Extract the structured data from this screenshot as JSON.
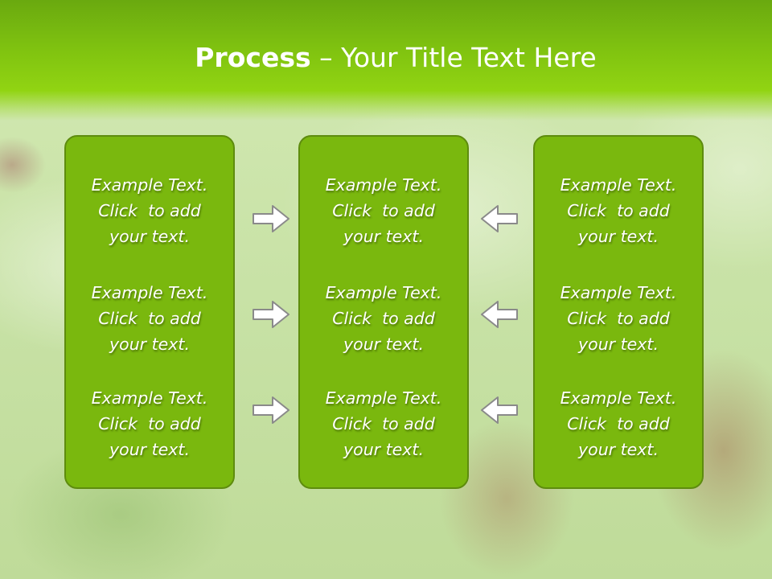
{
  "slide": {
    "title_bold": "Process",
    "title_rest": " – Your Title Text Here"
  },
  "panels": [
    {
      "items": [
        {
          "l1": "Example Text.",
          "l2": "Click  to add",
          "l3": "your text."
        },
        {
          "l1": "Example Text.",
          "l2": "Click  to add",
          "l3": "your text."
        },
        {
          "l1": "Example Text.",
          "l2": "Click  to add",
          "l3": "your text."
        }
      ]
    },
    {
      "items": [
        {
          "l1": "Example Text.",
          "l2": "Click  to add",
          "l3": "your text."
        },
        {
          "l1": "Example Text.",
          "l2": "Click  to add",
          "l3": "your text."
        },
        {
          "l1": "Example Text.",
          "l2": "Click  to add",
          "l3": "your text."
        }
      ]
    },
    {
      "items": [
        {
          "l1": "Example Text.",
          "l2": "Click  to add",
          "l3": "your text."
        },
        {
          "l1": "Example Text.",
          "l2": "Click  to add",
          "l3": "your text."
        },
        {
          "l1": "Example Text.",
          "l2": "Click  to add",
          "l3": "your text."
        }
      ]
    }
  ],
  "arrows": {
    "left_group": "arrow-right-icon",
    "right_group": "arrow-left-icon"
  },
  "colors": {
    "header_green": "#7fc210",
    "panel_green": "#7ab80e",
    "panel_border": "#5e8c0e",
    "arrow_fill": "#ffffff",
    "arrow_stroke": "#8a8a8a"
  }
}
